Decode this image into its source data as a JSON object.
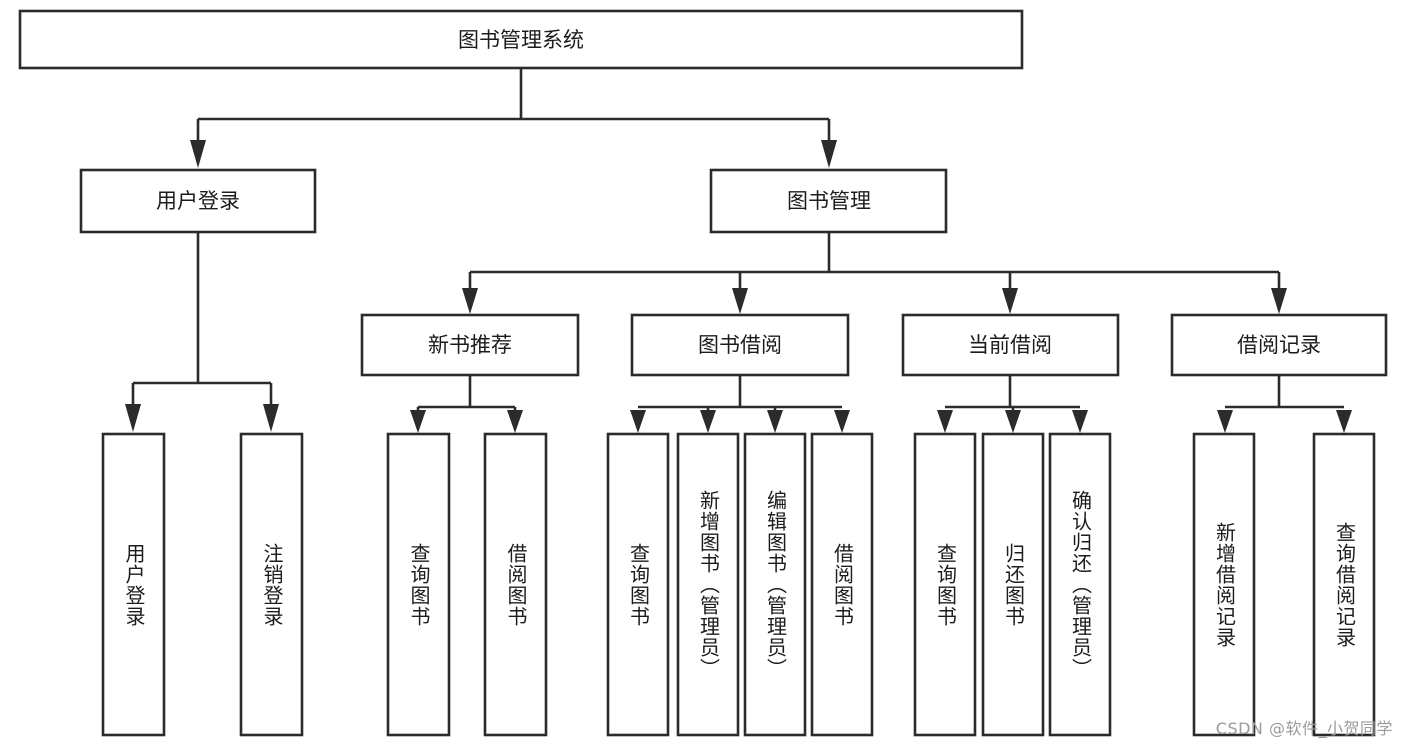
{
  "diagram": {
    "type": "tree",
    "title": "图书管理系统",
    "orientation": "top-down",
    "colors": {
      "background": "#ffffff",
      "box_stroke": "#2b2b2b",
      "box_fill": "#ffffff",
      "text": "#1c1c1c",
      "watermark": "#9b9b9b"
    },
    "root": {
      "label": "图书管理系统"
    },
    "level2": [
      {
        "label": "用户登录"
      },
      {
        "label": "图书管理"
      }
    ],
    "level3": [
      {
        "label": "新书推荐"
      },
      {
        "label": "图书借阅"
      },
      {
        "label": "当前借阅"
      },
      {
        "label": "借阅记录"
      }
    ],
    "leaves": {
      "user_login": [
        {
          "label": "用户登录"
        },
        {
          "label": "注销登录"
        }
      ],
      "new_book_recommend": [
        {
          "label": "查询图书"
        },
        {
          "label": "借阅图书"
        }
      ],
      "book_borrow": [
        {
          "label": "查询图书"
        },
        {
          "label": "新增图书（管理员）"
        },
        {
          "label": "编辑图书（管理员）"
        },
        {
          "label": "借阅图书"
        }
      ],
      "current_borrow": [
        {
          "label": "查询图书"
        },
        {
          "label": "归还图书"
        },
        {
          "label": "确认归还（管理员）"
        }
      ],
      "borrow_record": [
        {
          "label": "新增借阅记录"
        },
        {
          "label": "查询借阅记录"
        }
      ]
    }
  },
  "watermark": {
    "text": "CSDN @软件_小贺同学"
  }
}
